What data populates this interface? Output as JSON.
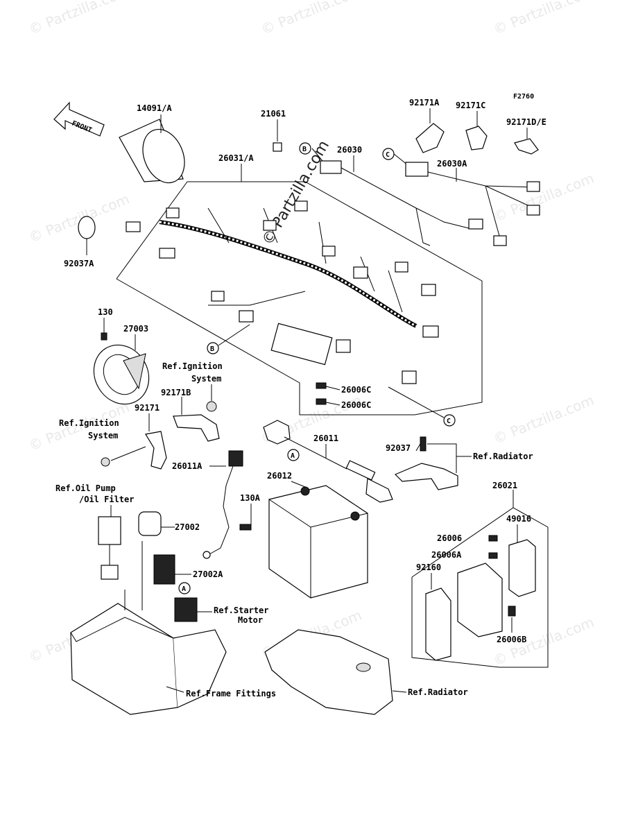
{
  "diagram_code": "F2760",
  "front_label": "FRONT",
  "watermark": "© Partzilla.com",
  "center_watermark": "© Partzilla.com",
  "callouts": {
    "c14091": "14091/A",
    "c21061": "21061",
    "c92171A": "92171A",
    "c92171C": "92171C",
    "c92171DE": "92171D/E",
    "c26031": "26031/A",
    "c26030": "26030",
    "c26030A": "26030A",
    "c92037A": "92037A",
    "c130": "130",
    "c27003": "27003",
    "c92171B": "92171B",
    "c92171": "92171",
    "c26006C1": "26006C",
    "c26006C2": "26006C",
    "c26011": "26011",
    "c26011A": "26011A",
    "c92037": "92037",
    "c26012": "26012",
    "c130A": "130A",
    "c27002": "27002",
    "c27002A": "27002A",
    "c26021": "26021",
    "c49016": "49016",
    "c26006": "26006",
    "c26006A": "26006A",
    "c92160": "92160",
    "c26006B": "26006B"
  },
  "references": {
    "ignition1": [
      "Ref.Ignition",
      "System"
    ],
    "ignition2": [
      "Ref.Ignition",
      "System"
    ],
    "radiator1": "Ref.Radiator",
    "oilpump": [
      "Ref.Oil Pump",
      "/Oil Filter"
    ],
    "starter": [
      "Ref.Starter",
      "Motor"
    ],
    "frame": "Ref.Frame Fittings",
    "radiator2": "Ref.Radiator"
  },
  "connector_markers": {
    "B": "B",
    "C": "C",
    "A": "A"
  }
}
